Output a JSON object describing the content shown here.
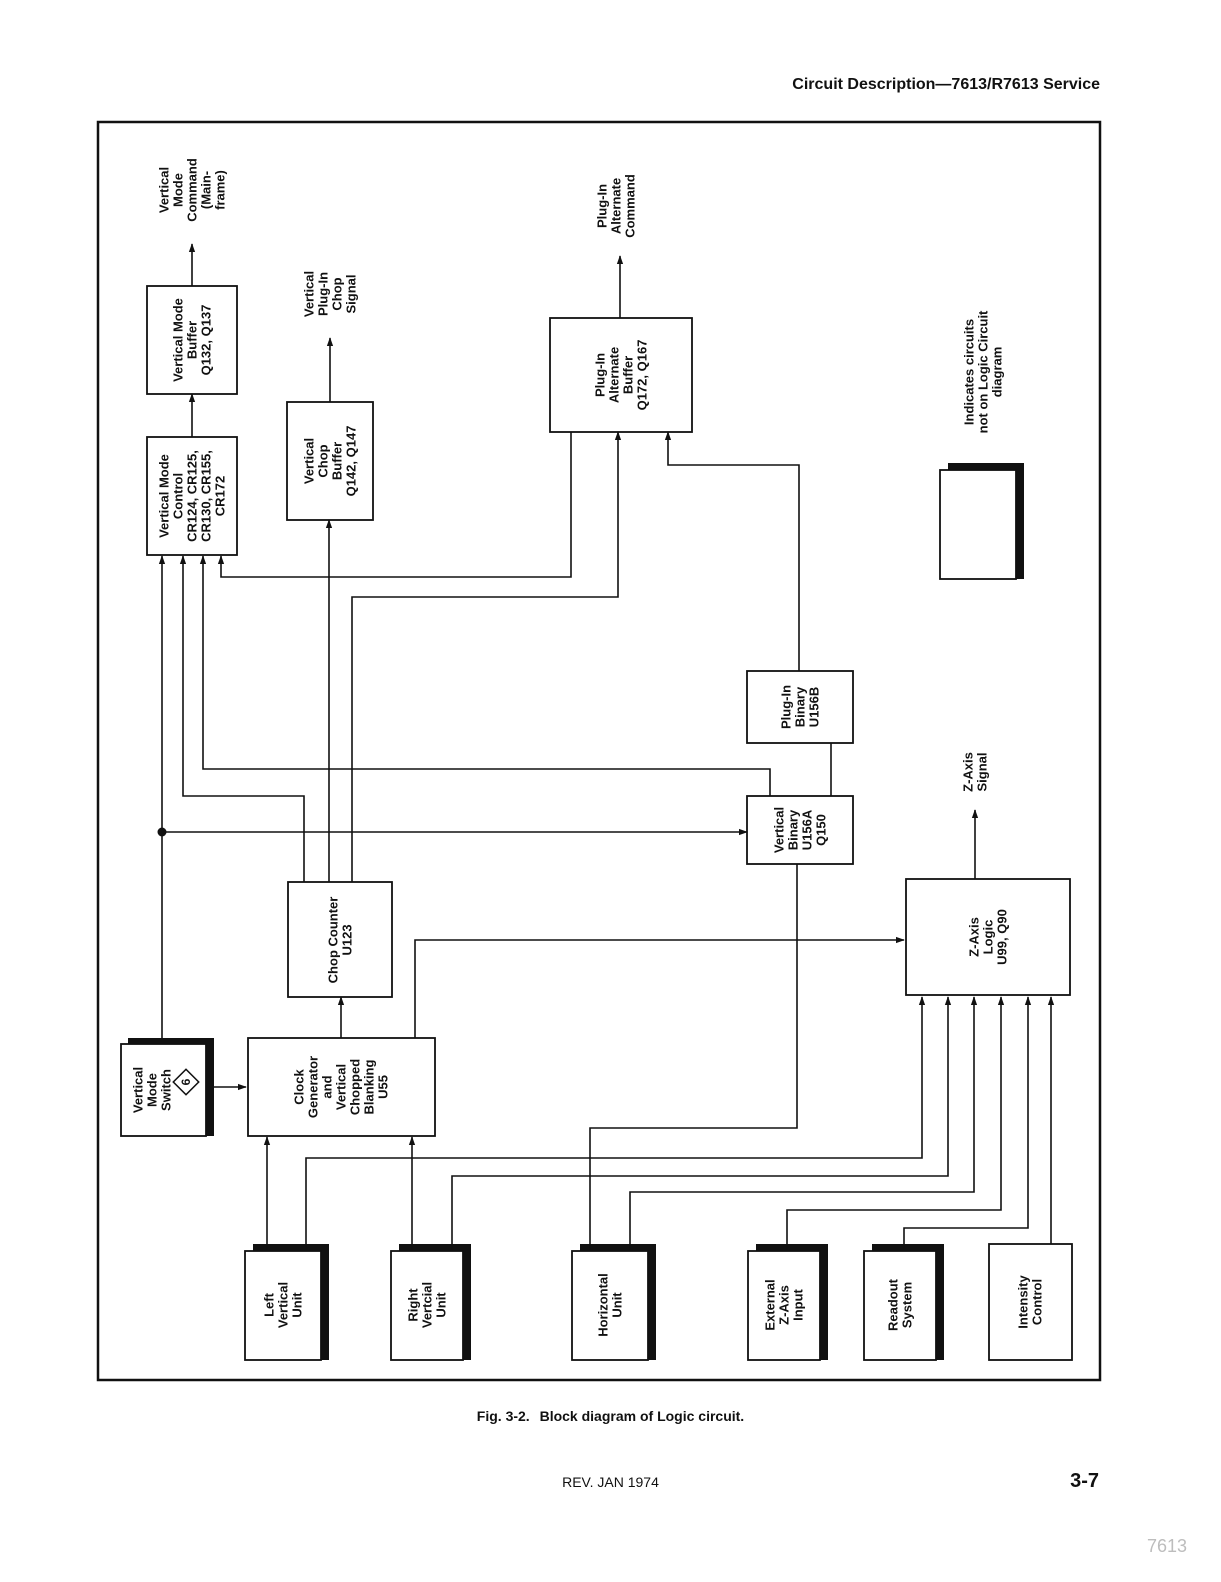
{
  "header": {
    "title": "Circuit Description—7613/R7613 Service"
  },
  "blocks": {
    "vm_buffer": [
      "Vertical Mode",
      "Buffer",
      "Q132, Q137"
    ],
    "vm_control": [
      "Vertical Mode",
      "Control",
      "CR124, CR125,",
      "CR130, CR155,",
      "CR172"
    ],
    "chop_buffer": [
      "Vertical",
      "Chop",
      "Buffer",
      "Q142, Q147"
    ],
    "pi_alt_buffer": [
      "Plug-In",
      "Alternate",
      "Buffer",
      "Q172, Q167"
    ],
    "pi_binary": [
      "Plug-In",
      "Binary",
      "U156B"
    ],
    "v_binary": [
      "Vertical",
      "Binary",
      "U156A",
      "Q150"
    ],
    "chop_counter": [
      "Chop Counter",
      "U123"
    ],
    "zaxis_logic": [
      "Z-Axis",
      "Logic",
      "U99, Q90"
    ],
    "vm_switch": [
      "Vertical",
      "Mode",
      "Switch"
    ],
    "vm_switch_ref": "6",
    "clock_gen": [
      "Clock",
      "Generator",
      "and",
      "Vertical",
      "Chopped",
      "Blanking",
      "U55"
    ],
    "left_vert": [
      "Left",
      "Vertical",
      "Unit"
    ],
    "right_vert": [
      "Right",
      "Vertcial",
      "Unit"
    ],
    "horizontal": [
      "Horizontal",
      "Unit"
    ],
    "ext_zaxis": [
      "External",
      "Z-Axis",
      "Input"
    ],
    "readout": [
      "Readout",
      "System"
    ],
    "intensity": [
      "Intensity",
      "Control"
    ],
    "legend": [
      "Indicates circuits",
      "not on Logic Circuit",
      "diagram"
    ]
  },
  "outputs": {
    "vm_command": [
      "Vertical",
      "Mode",
      "Command",
      "(Main-",
      "frame)"
    ],
    "chop_signal": [
      "Vertical",
      "Plug-In",
      "Chop",
      "Signal"
    ],
    "alt_command": [
      "Plug-In",
      "Alternate",
      "Command"
    ],
    "zaxis_signal": [
      "Z-Axis",
      "Signal"
    ]
  },
  "caption": {
    "fig": "Fig. 3-2.",
    "text": "Block diagram of Logic circuit."
  },
  "footer": {
    "rev": "REV. JAN 1974",
    "page": "3-7"
  },
  "watermark": "7613"
}
